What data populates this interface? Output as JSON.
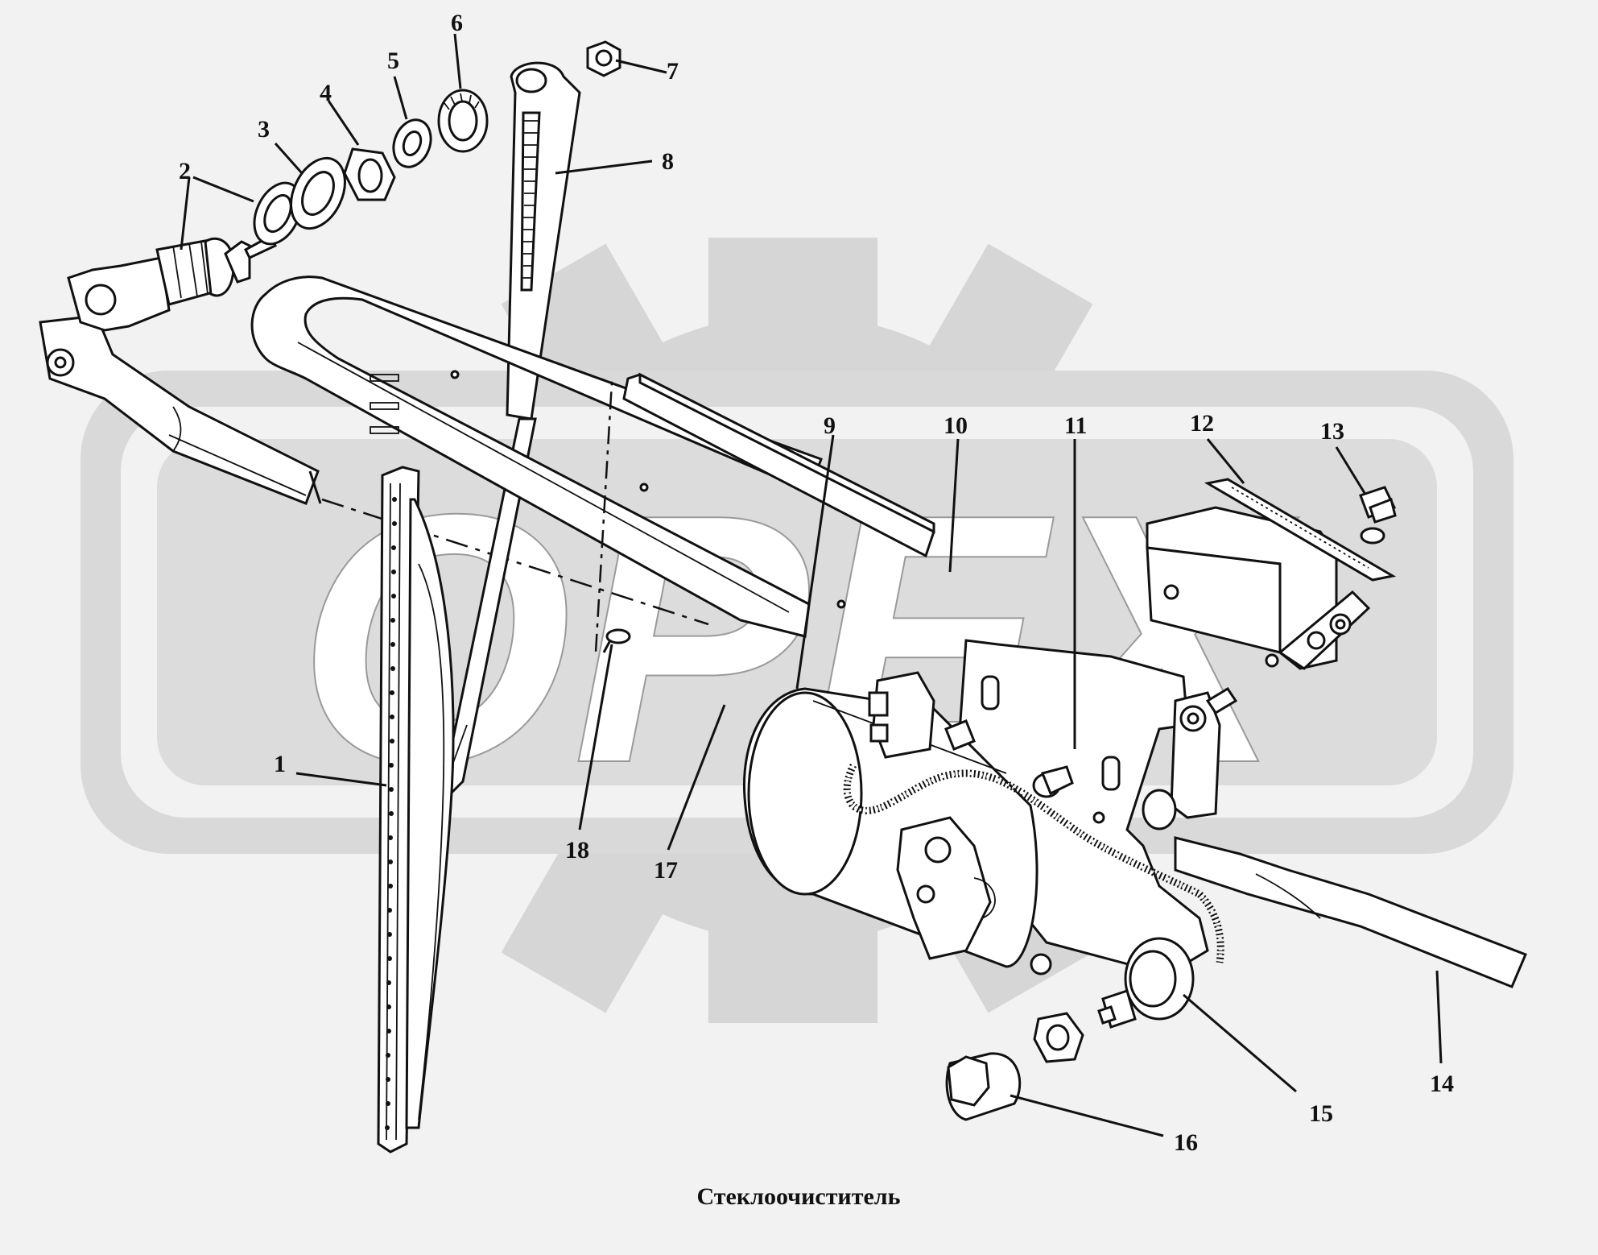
{
  "watermark": {
    "text": "ОРЕХ",
    "color": "#d0d0d0"
  },
  "caption": "Стеклоочиститель",
  "callouts": [
    {
      "id": 1,
      "label": "1"
    },
    {
      "id": 2,
      "label": "2"
    },
    {
      "id": 3,
      "label": "3"
    },
    {
      "id": 4,
      "label": "4"
    },
    {
      "id": 5,
      "label": "5"
    },
    {
      "id": 6,
      "label": "6"
    },
    {
      "id": 7,
      "label": "7"
    },
    {
      "id": 8,
      "label": "8"
    },
    {
      "id": 9,
      "label": "9"
    },
    {
      "id": 10,
      "label": "10"
    },
    {
      "id": 11,
      "label": "11"
    },
    {
      "id": 12,
      "label": "12"
    },
    {
      "id": 13,
      "label": "13"
    },
    {
      "id": 14,
      "label": "14"
    },
    {
      "id": 15,
      "label": "15"
    },
    {
      "id": 16,
      "label": "16"
    },
    {
      "id": 17,
      "label": "17"
    },
    {
      "id": 18,
      "label": "18"
    }
  ]
}
